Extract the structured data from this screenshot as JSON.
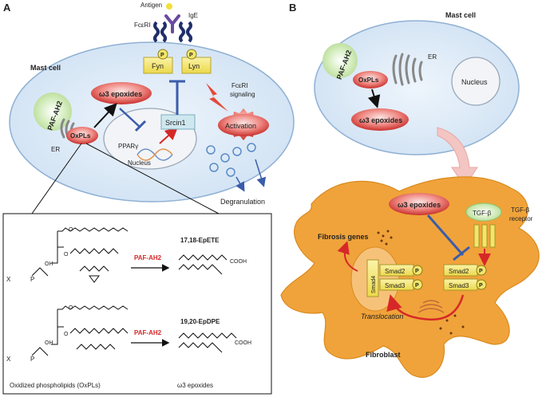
{
  "panel_a": {
    "letter": "A",
    "antigen": "Antigen",
    "ige": "IgE",
    "fceri": "FcεRI",
    "fyn": "Fyn",
    "lyn": "Lyn",
    "p": "P",
    "mast_cell": "Mast cell",
    "w3_epoxides": "ω3 epoxides",
    "fceri_signaling_1": "FcεRI",
    "fceri_signaling_2": "signaling",
    "paf_ah2": "PAF-AH2",
    "oxpls": "OxPLs",
    "srcin1": "Srcin1",
    "activation": "Activation",
    "er": "ER",
    "ppar": "PPARγ",
    "nucleus": "Nucleus",
    "degranulation": "Degranulation"
  },
  "inset": {
    "product1": "17,18-EpETE",
    "product2": "19,20-EpDPE",
    "enzyme1": "PAF-AH2",
    "enzyme2": "PAF-AH2",
    "cooh1": "COOH",
    "cooh2": "COOH",
    "x": "X",
    "oh": "OH",
    "o": "O",
    "p": "P",
    "caption_left": "Oxidized phospholipids (OxPLs)",
    "caption_right": "ω3 epoxides"
  },
  "panel_b": {
    "letter": "B",
    "mast_cell": "Mast cell",
    "paf_ah2": "PAF-AH2",
    "er": "ER",
    "oxpls": "OxPLs",
    "nucleus": "Nucleus",
    "w3_epoxides_top": "ω3 epoxides",
    "w3_epoxides_mid": "ω3 epoxides",
    "tgf": "TGF-β",
    "tgf_receptor_1": "TGF-β",
    "tgf_receptor_2": "receptor",
    "fibrosis_genes": "Fibrosis genes",
    "smad4": "Smad4",
    "smad2": "Smad2",
    "smad3": "Smad3",
    "p": "P",
    "translocation": "Translocation",
    "fibroblast": "Fibroblast"
  },
  "colors": {
    "cell_fill": "#dceaf7",
    "cell_stroke": "#8fb0d3",
    "red_pill": "#e04a4a",
    "yellow": "#f3e66a",
    "fibroblast": "#f0a33a",
    "blue_arrow": "#3a5cab",
    "red_text": "#d62828"
  }
}
